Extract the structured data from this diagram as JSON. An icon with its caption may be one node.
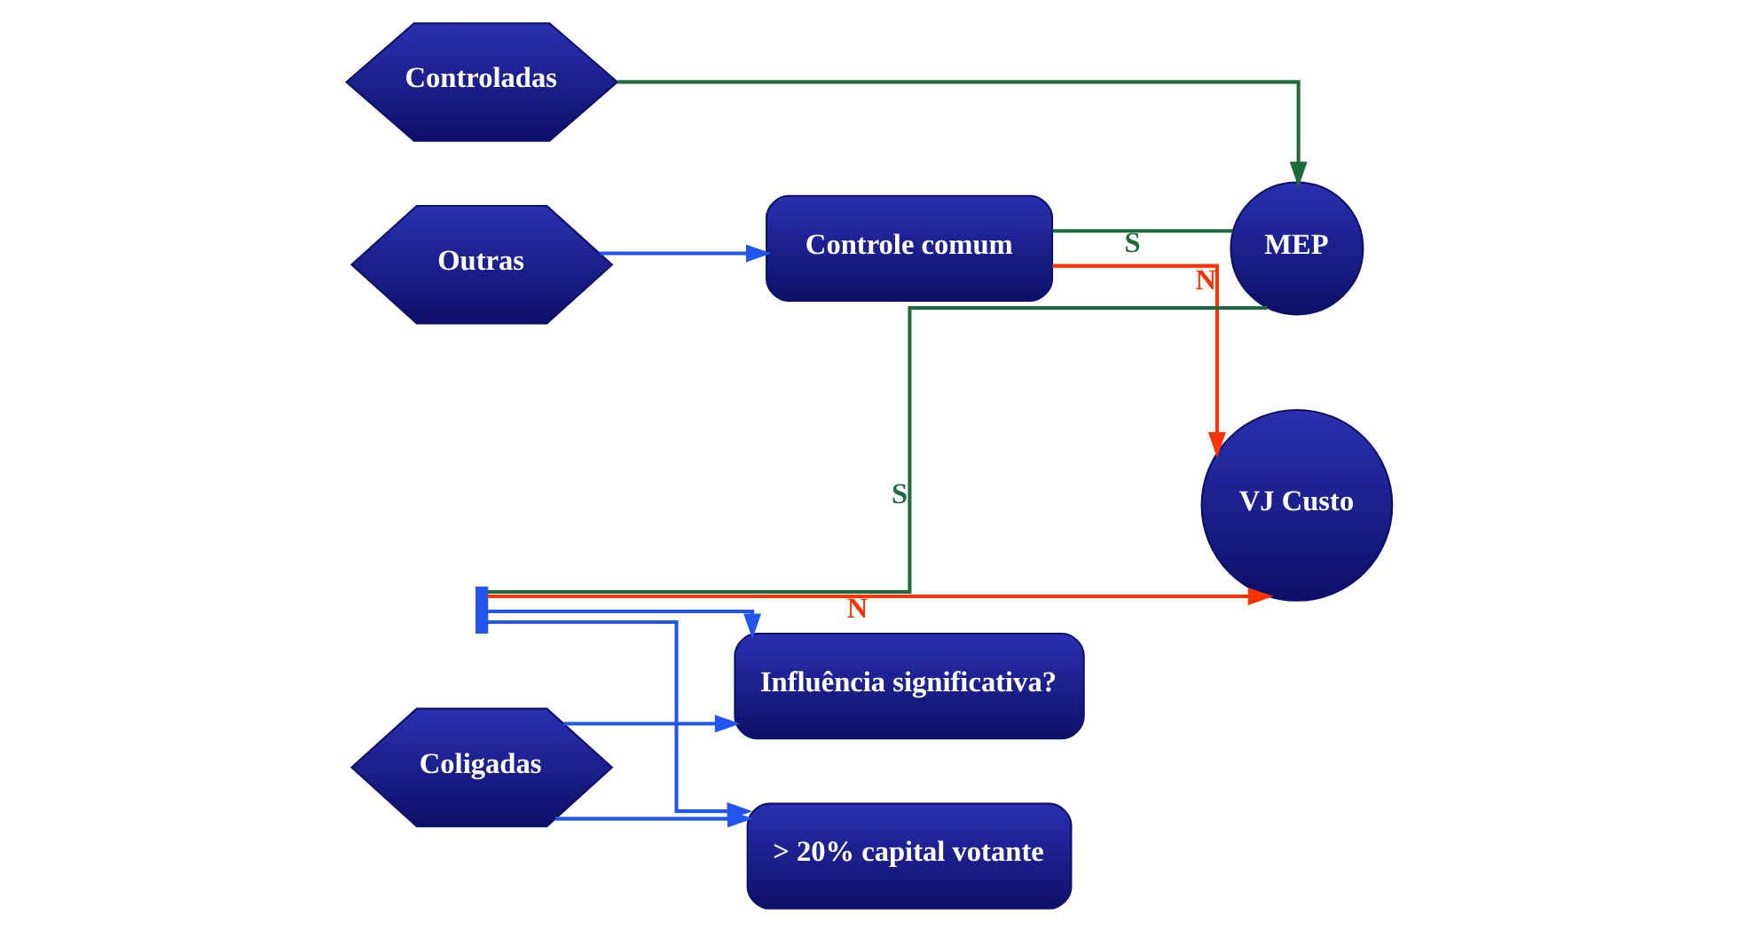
{
  "diagram": {
    "nodes": [
      {
        "text": [
          "Controladas"
        ]
      },
      {
        "text": [
          "Coligadas"
        ]
      },
      {
        "text": [
          "Outras"
        ]
      },
      {
        "text": [
          "Influência significativa?"
        ]
      },
      {
        "text": [
          "> 20% capital votante"
        ]
      },
      {
        "text": [
          "Controle comum"
        ]
      },
      {
        "text": [],
        "shape": "bar"
      },
      {
        "text": [
          "MEP"
        ]
      },
      {
        "text": [
          "VJ Custo"
        ]
      }
    ],
    "edges": [
      {
        "from": 0,
        "to": 7,
        "arrow": "to",
        "color": "#1e6b3c"
      },
      {
        "from": 1,
        "to": 3,
        "arrow": "to"
      },
      {
        "from": 1,
        "to": 4,
        "arrow": "to"
      },
      {
        "from": 2,
        "to": 5,
        "arrow": "to"
      },
      {
        "from": 6,
        "to": 3,
        "arrow": "to"
      },
      {
        "from": 6,
        "to": 4,
        "arrow": "to"
      },
      {
        "from": 6,
        "to": 7,
        "arrow": "none",
        "label": "S",
        "color": "#1e6b3c"
      },
      {
        "from": 6,
        "to": 8,
        "arrow": "to",
        "label": "N",
        "color": "#ff3300"
      },
      {
        "from": 5,
        "to": 7,
        "arrow": "none",
        "label": "S",
        "color": "#1e6b3c"
      },
      {
        "from": 5,
        "to": 8,
        "arrow": "to",
        "label": "N",
        "color": "#ff3300"
      }
    ]
  }
}
